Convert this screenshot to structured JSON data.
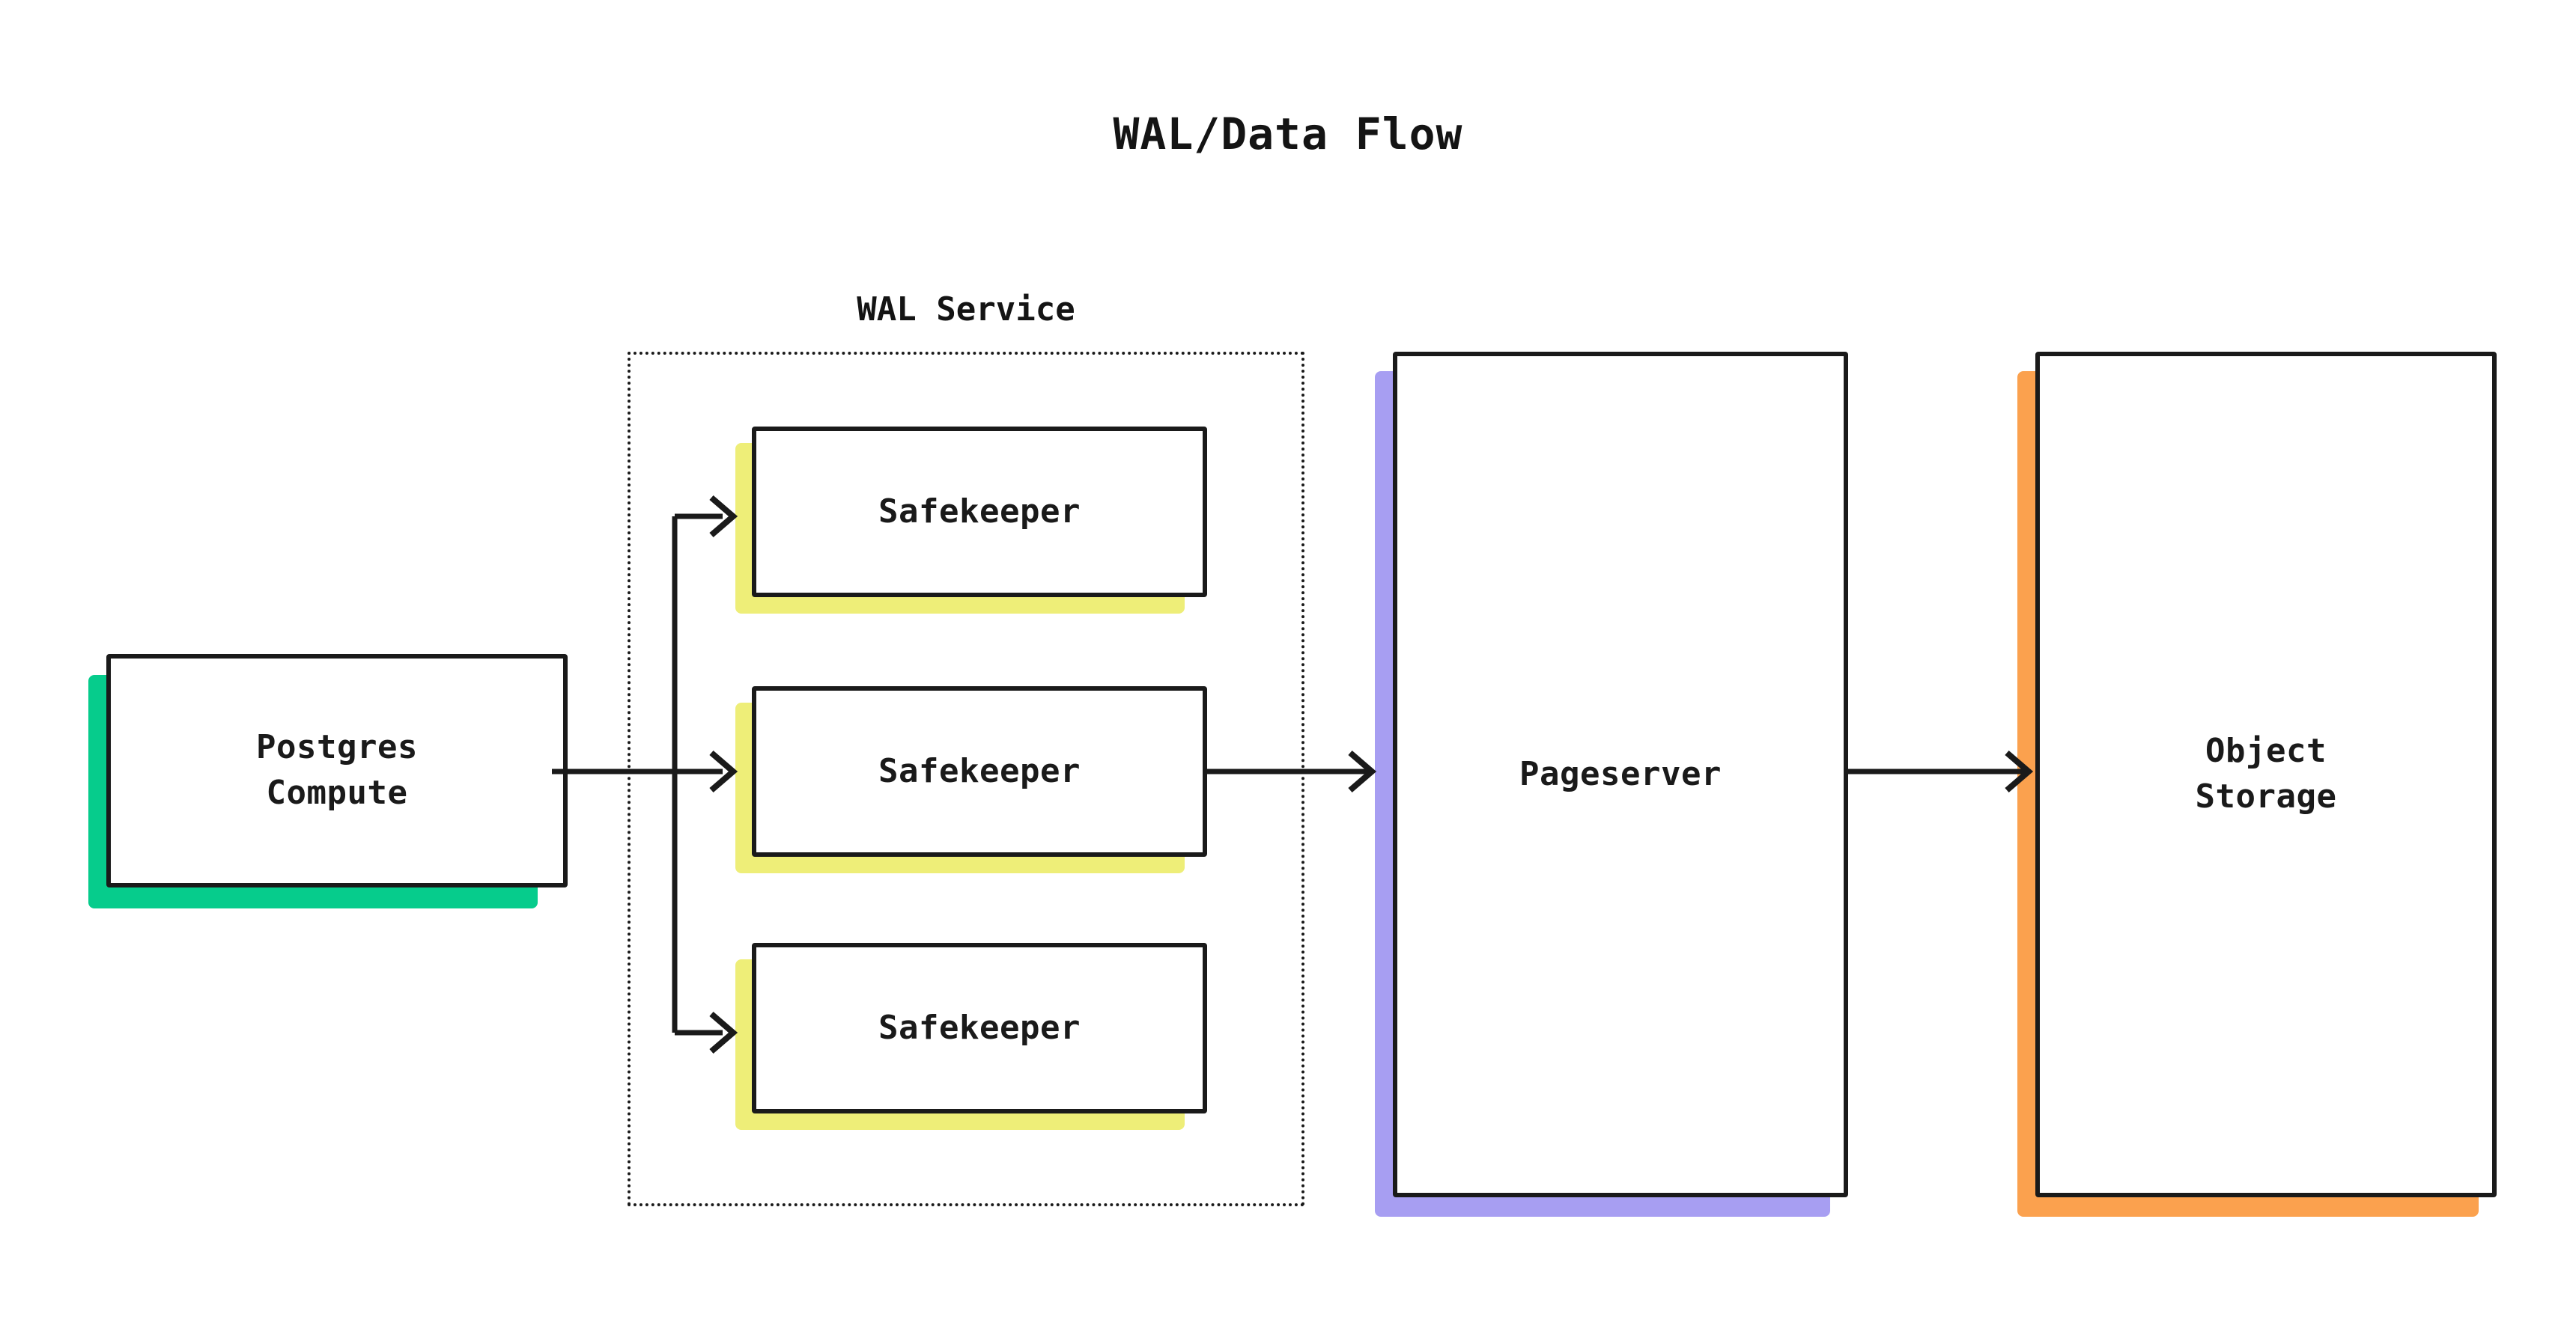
{
  "diagram": {
    "title": "WAL/Data Flow",
    "type": "flow-diagram",
    "background": "#ffffff",
    "line_color": "#1a1a1a"
  },
  "group": {
    "label": "WAL Service",
    "border_style": "dotted"
  },
  "nodes": {
    "postgres": {
      "label": "Postgres\nCompute",
      "accent": "#06cc8c"
    },
    "safekeeper_1": {
      "label": "Safekeeper",
      "accent": "#eeee78"
    },
    "safekeeper_2": {
      "label": "Safekeeper",
      "accent": "#eeee78"
    },
    "safekeeper_3": {
      "label": "Safekeeper",
      "accent": "#eeee78"
    },
    "pageserver": {
      "label": "Pageserver",
      "accent": "#a79ef2"
    },
    "object_storage": {
      "label": "Object\nStorage",
      "accent": "#fba14e"
    }
  },
  "edges": [
    {
      "from": "postgres",
      "to": "safekeeper_1",
      "arrow": true
    },
    {
      "from": "postgres",
      "to": "safekeeper_2",
      "arrow": true
    },
    {
      "from": "postgres",
      "to": "safekeeper_3",
      "arrow": true
    },
    {
      "from": "safekeeper_2",
      "to": "pageserver",
      "arrow": true
    },
    {
      "from": "pageserver",
      "to": "object_storage",
      "arrow": true
    }
  ]
}
